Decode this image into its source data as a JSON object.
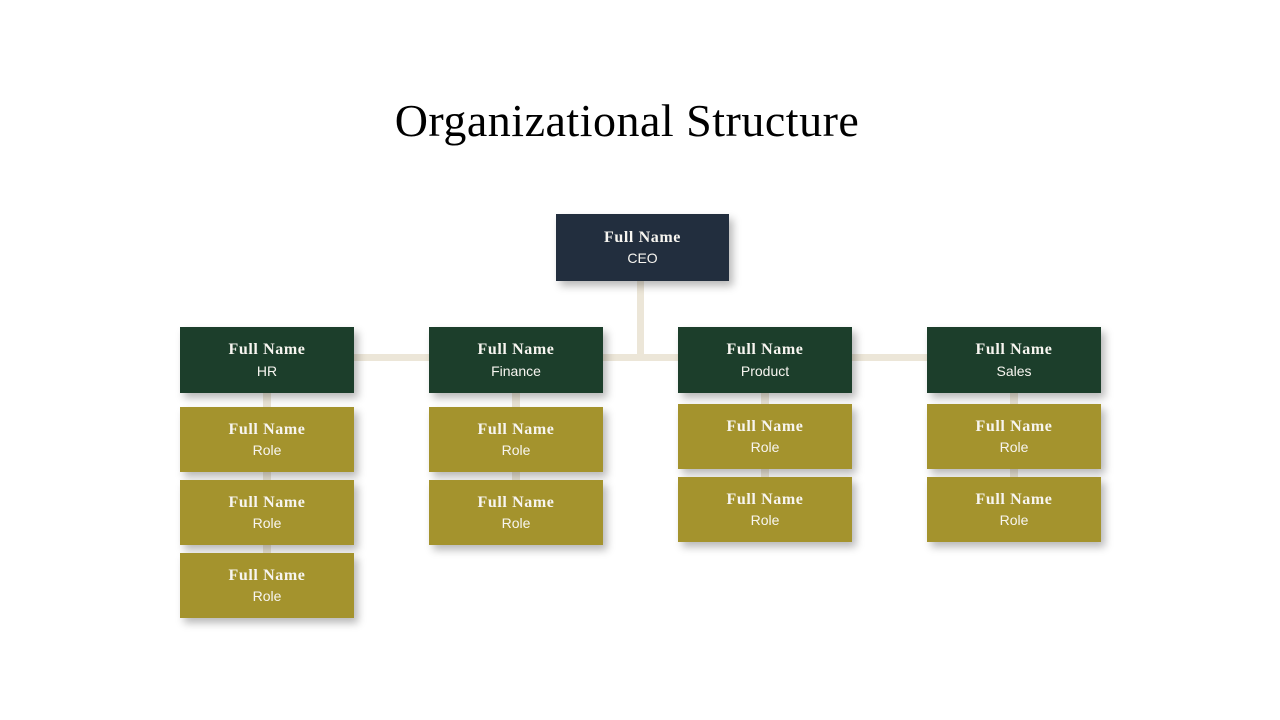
{
  "title": "Organizational Structure",
  "colors": {
    "background": "#ffffff",
    "ceo_box": "#222e3e",
    "department_box": "#1c3e2b",
    "role_box": "#a4932d",
    "connector_line": "#ece6d8",
    "box_text": "#f7f5f0",
    "title_text": "#000000"
  },
  "ceo": {
    "name": "Full Name",
    "role": "CEO"
  },
  "departments": [
    {
      "name": "Full Name",
      "role": "HR",
      "reports": [
        {
          "name": "Full Name",
          "role": "Role"
        },
        {
          "name": "Full Name",
          "role": "Role"
        },
        {
          "name": "Full Name",
          "role": "Role"
        }
      ]
    },
    {
      "name": "Full Name",
      "role": "Finance",
      "reports": [
        {
          "name": "Full Name",
          "role": "Role"
        },
        {
          "name": "Full Name",
          "role": "Role"
        }
      ]
    },
    {
      "name": "Full Name",
      "role": "Product",
      "reports": [
        {
          "name": "Full Name",
          "role": "Role"
        },
        {
          "name": "Full Name",
          "role": "Role"
        }
      ]
    },
    {
      "name": "Full Name",
      "role": "Sales",
      "reports": [
        {
          "name": "Full Name",
          "role": "Role"
        },
        {
          "name": "Full Name",
          "role": "Role"
        }
      ]
    }
  ]
}
